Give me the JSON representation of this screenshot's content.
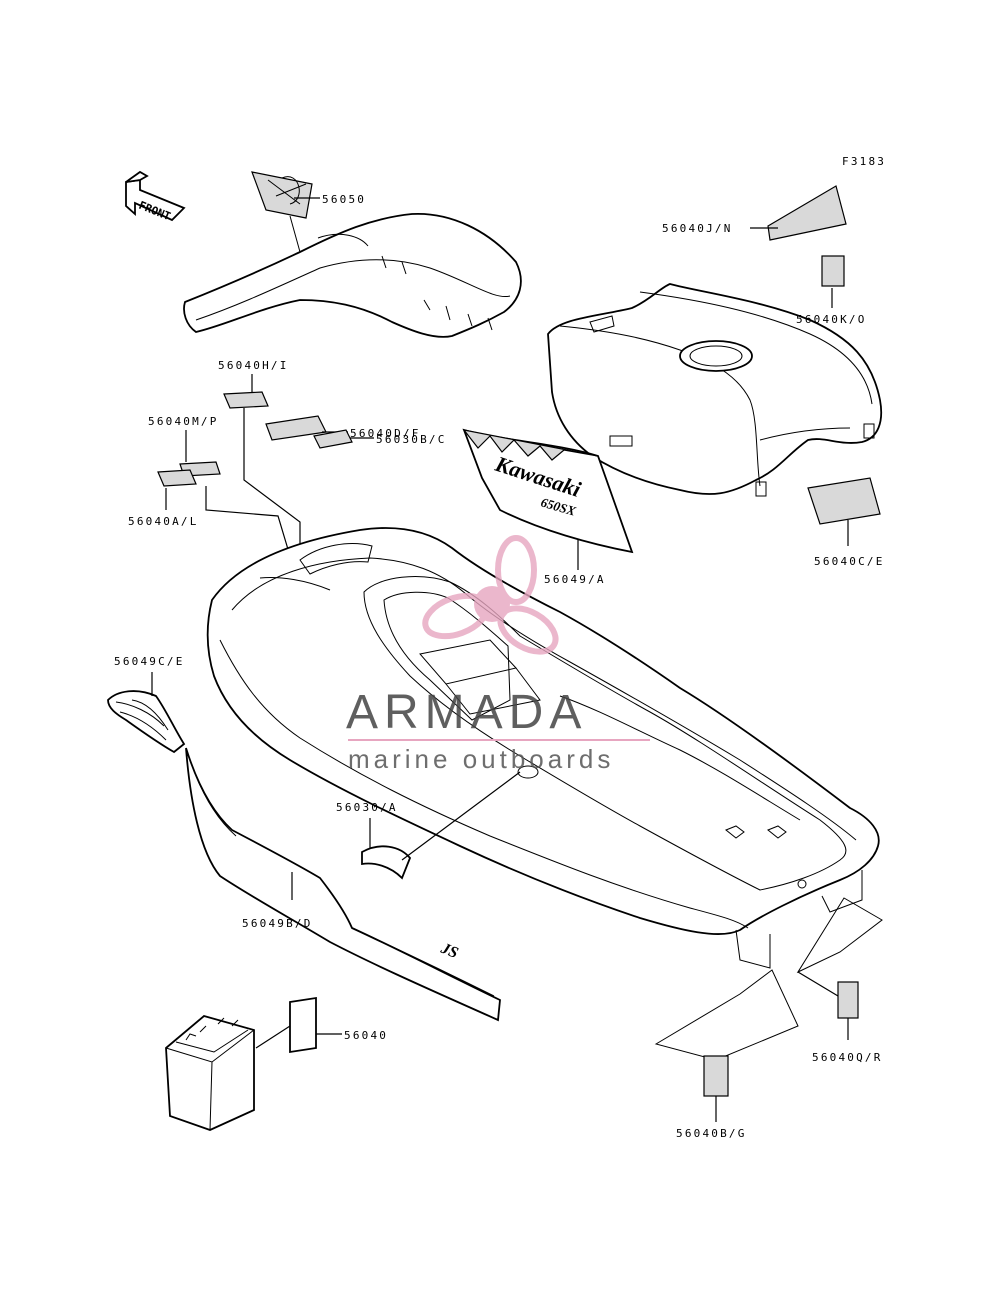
{
  "figure_code": "F3183",
  "front_label": "FRONT",
  "labels": {
    "l56050": "56050",
    "l56040JN": "56040J/N",
    "l56040KO": "56040K/O",
    "l56040HI": "56040H/I",
    "l56040MP": "56040M/P",
    "l56040DF": "56040D/F",
    "l56030BC": "56030B/C",
    "l56040AL": "56040A/L",
    "l56049A": "56049/A",
    "l56040CE": "56040C/E",
    "l56049CE": "56049C/E",
    "l56030A": "56030/A",
    "l56049BD": "56049B/D",
    "l56040": "56040",
    "l56040QR": "56040Q/R",
    "l56040BG": "56040B/G"
  },
  "decal_text": {
    "brand": "Kawasaki",
    "model": "650SX",
    "hull": "JS"
  },
  "watermark": {
    "name": "ARMADA",
    "tagline": "marine outboards",
    "color": "#e7a6c0"
  }
}
